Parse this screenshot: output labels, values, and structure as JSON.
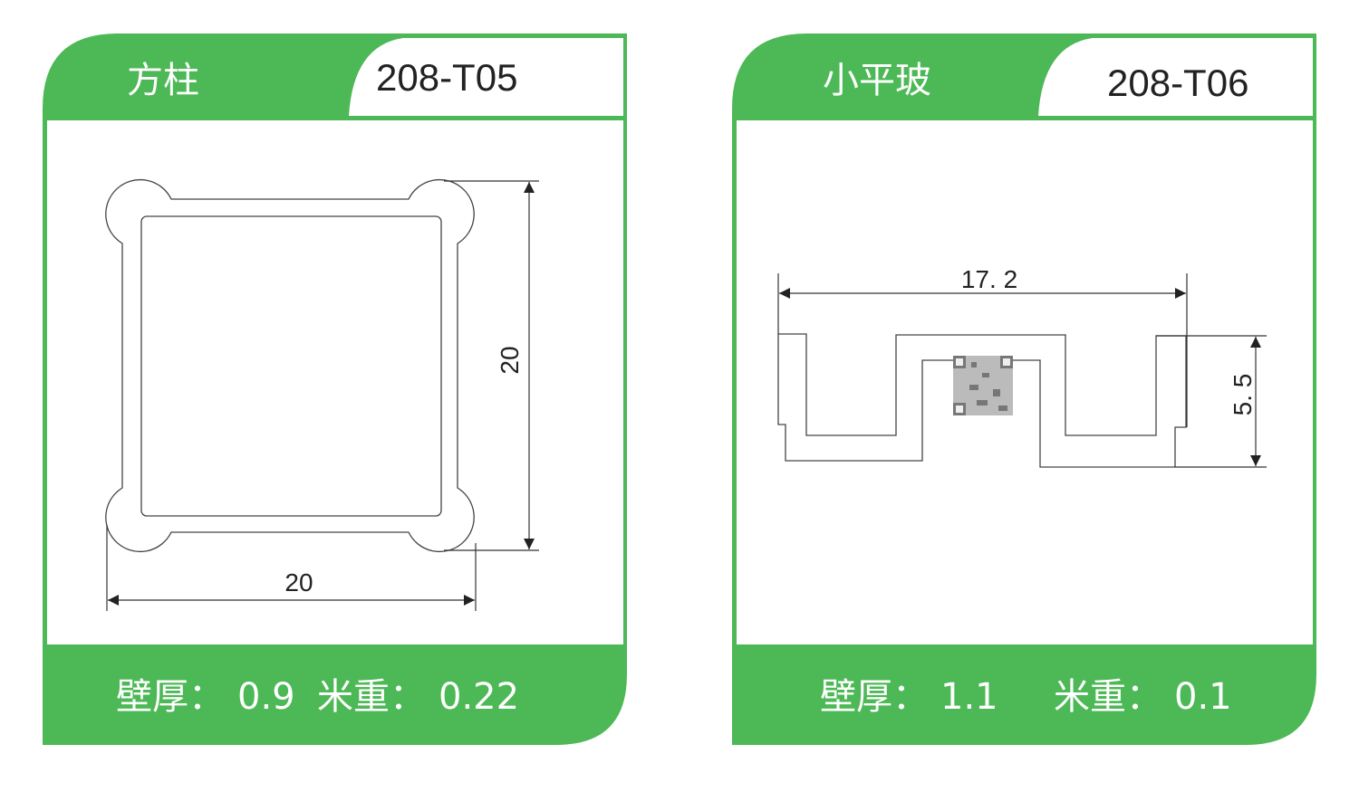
{
  "colors": {
    "brand_green": "#4db856",
    "line": "#444444"
  },
  "cards": [
    {
      "name": "方柱",
      "code": "208-T05",
      "dimensions": {
        "width": "20",
        "height": "20"
      },
      "footer": {
        "wall_label": "壁厚：",
        "wall_value": "0.9",
        "weight_label": "米重：",
        "weight_value": "0.22"
      }
    },
    {
      "name": "小平玻",
      "code": "208-T06",
      "dimensions": {
        "width": "17. 2",
        "height": "5. 5"
      },
      "footer": {
        "wall_label": "壁厚：",
        "wall_value": "1.1",
        "weight_label": "米重：",
        "weight_value": "0.1"
      }
    }
  ]
}
